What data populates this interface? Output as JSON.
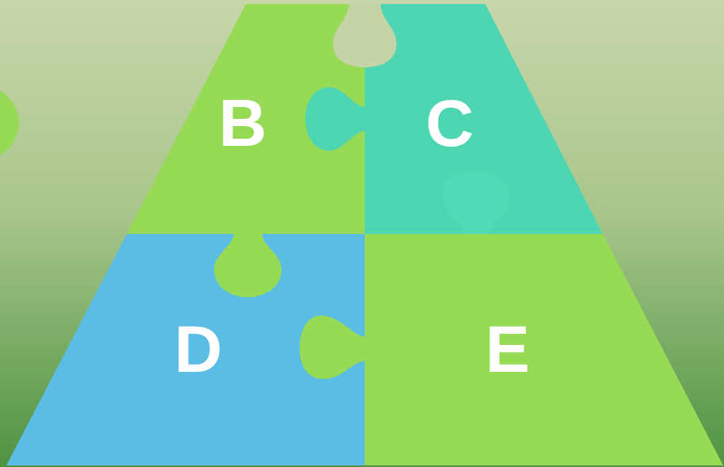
{
  "diagram": {
    "nodes": [
      {
        "text": [
          "B"
        ]
      },
      {
        "text": [
          "C"
        ]
      },
      {
        "text": [
          "D"
        ]
      },
      {
        "text": [
          "E"
        ]
      }
    ]
  }
}
